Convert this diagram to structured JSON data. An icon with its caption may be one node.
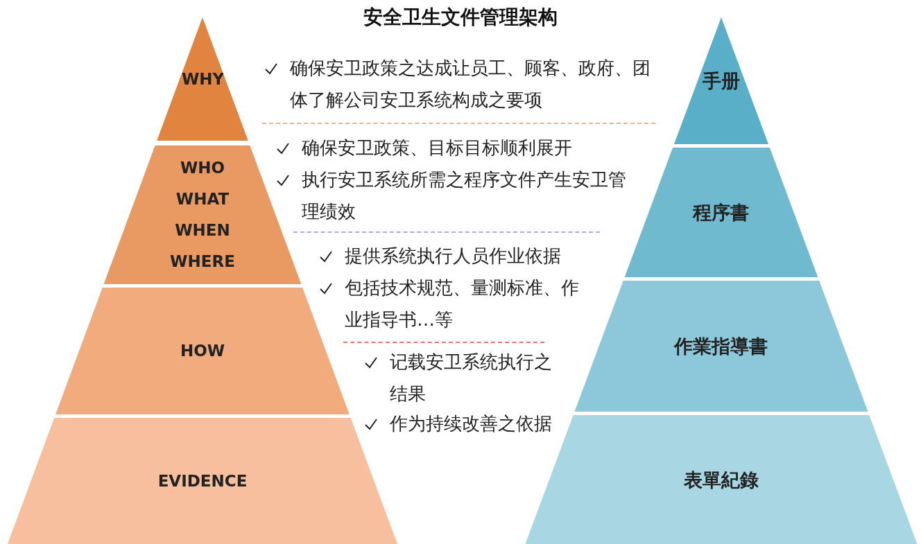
{
  "diagram": {
    "title": "安全卫生文件管理架构",
    "nodes": [
      {
        "text": [
          "WHY"
        ]
      },
      {
        "text": [
          "WHO WHAT WHEN WHERE"
        ]
      },
      {
        "text": [
          "HOW"
        ]
      },
      {
        "text": [
          "EVIDENCE"
        ]
      },
      {
        "text": [
          "手册"
        ]
      },
      {
        "text": [
          "程序書"
        ]
      },
      {
        "text": [
          "作業指導書"
        ]
      },
      {
        "text": [
          "表單紀錄"
        ]
      }
    ],
    "labels": [
      "确保安卫政策之达成让员工、顾客、政府、团体了解公司安卫系统构成之要项",
      "确保安卫政策、目标目标顺利展开",
      "执行安卫系统所需之程序文件产生安卫管理绩效",
      "提供系统执行人员作业依据",
      "包括技术规范、量测标准、作业指导书…等",
      "记载安卫系统执行之结果",
      "作为持续改善之依据"
    ]
  }
}
